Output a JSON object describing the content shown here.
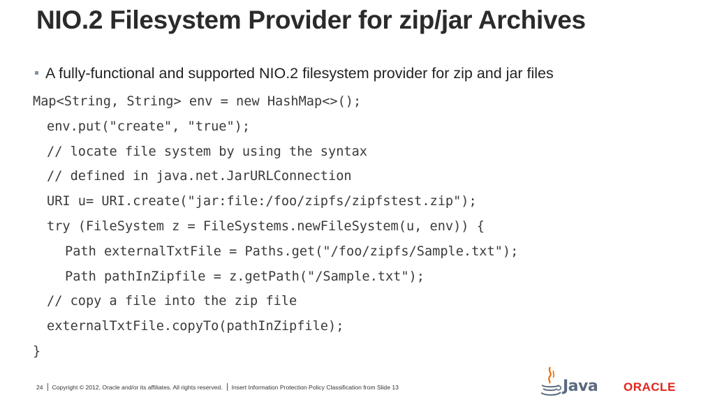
{
  "slide": {
    "title": "NIO.2 Filesystem Provider for zip/jar Archives",
    "bullet": "A fully-functional and supported NIO.2 filesystem provider for zip and jar files",
    "code_lines": [
      "Map<String, String> env = new HashMap<>();",
      "env.put(\"create\", \"true\");",
      "// locate file system by using the syntax",
      "// defined in java.net.JarURLConnection",
      "URI u= URI.create(\"jar:file:/foo/zipfs/zipfstest.zip\");",
      "try (FileSystem z = FileSystems.newFileSystem(u, env)) {",
      "Path externalTxtFile = Paths.get(\"/foo/zipfs/Sample.txt\");",
      "Path pathInZipfile = z.getPath(\"/Sample.txt\");",
      "// copy a file into the zip file",
      "externalTxtFile.copyTo(pathInZipfile);",
      "}"
    ]
  },
  "footer": {
    "page_number": "24",
    "copyright": "Copyright © 2012, Oracle and/or its affiliates. All rights reserved.",
    "classification": "Insert Information Protection Policy Classification from Slide 13"
  },
  "logos": {
    "java": "Java",
    "oracle": "ORACLE",
    "java_icon": "java-coffee-cup-icon",
    "oracle_color": "#e2231a",
    "java_color": "#5a6b7f",
    "bullet_color": "#7f93a8"
  }
}
